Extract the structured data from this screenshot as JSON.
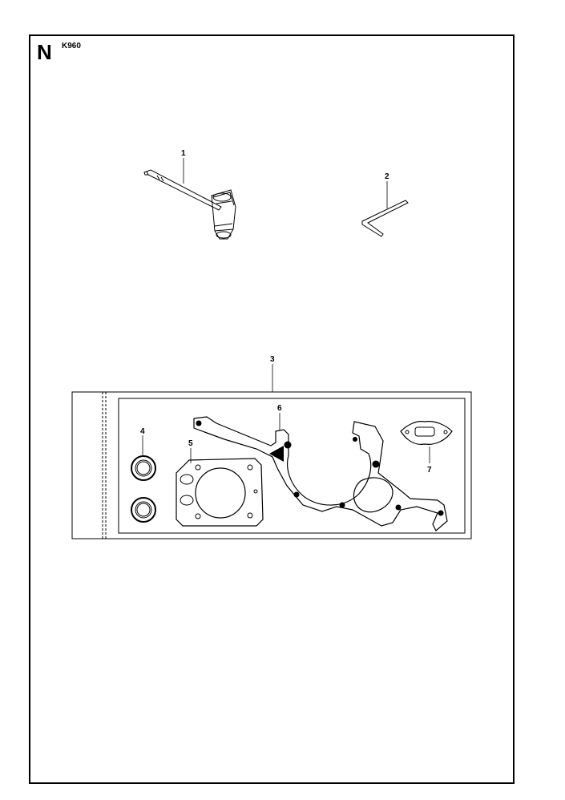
{
  "page": {
    "section_letter": "N",
    "model": "K960"
  },
  "callouts": {
    "item1": "1",
    "item2": "2",
    "item3": "3",
    "item4": "4",
    "item5": "5",
    "item6": "6",
    "item7": "7"
  }
}
